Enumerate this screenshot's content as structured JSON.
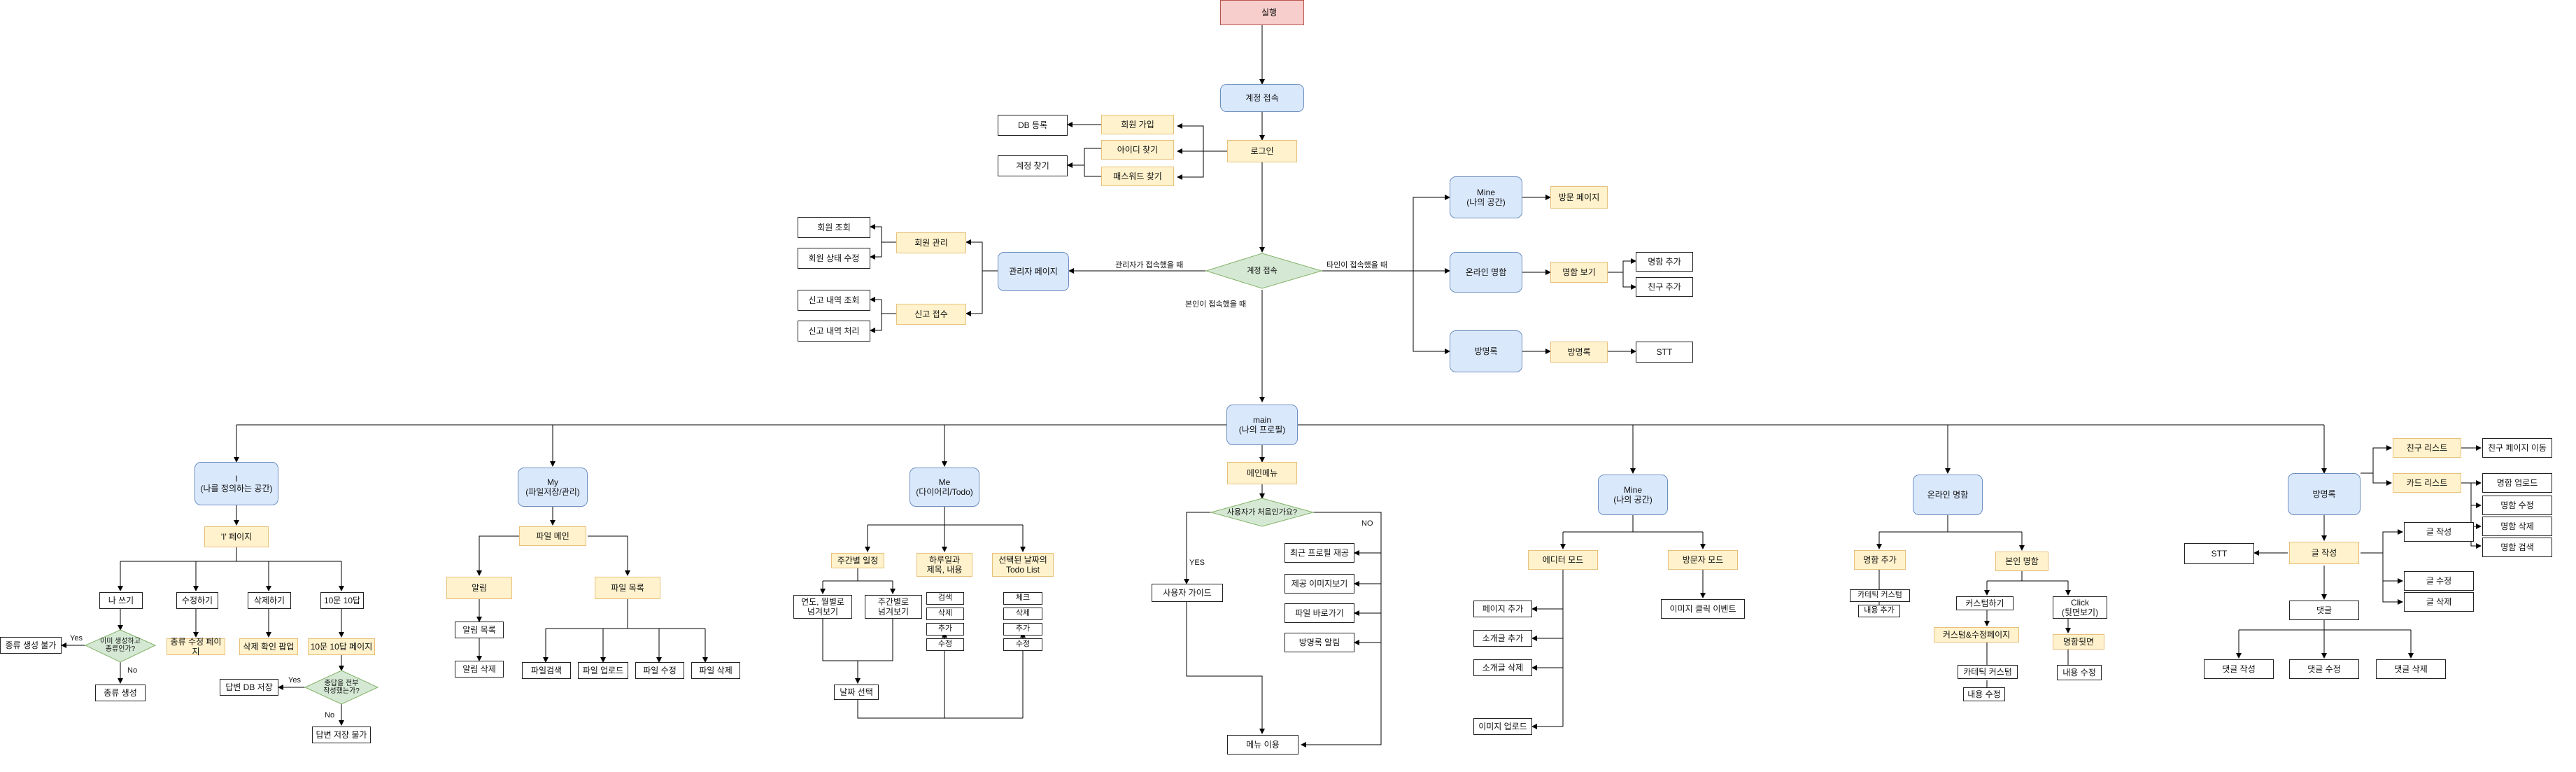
{
  "nodes": {
    "start": "실행",
    "acct": "계정 접속",
    "login": "로그인",
    "signup": "회원 가입",
    "findid": "아이디 찾기",
    "findpw": "패스워드 찾기",
    "dbreg": "DB 등록",
    "acctfind": "계정 찾기",
    "admin": "관리자 페이지",
    "memmng": "회원 관리",
    "memsearch": "회원 조회",
    "memstate": "회원 상태 수정",
    "report": "신고 접수",
    "rptview": "신고 내역 조회",
    "rptproc": "신고 내역 처리",
    "mine_o": "Mine\n(나의 공간)",
    "visit_o": "방문 페이지",
    "online_o": "온라인 명함",
    "cardview_o": "명함 보기",
    "cardadd_o": "명함 추가",
    "friendadd_o": "친구 추가",
    "guest_o": "방명록",
    "guestbox_o": "방명록",
    "stt_o": "STT",
    "main": "main\n(나의 프로필)",
    "mainmenu": "메인메뉴",
    "i": "I\n(나를 정의하는 공간)",
    "ipage": "'I' 페이지",
    "i_write": "나 쓰기",
    "i_edit": "수정하기",
    "i_del": "삭제하기",
    "i_10": "10문 10답",
    "i_yes": "Yes",
    "i_no": "No",
    "i_q1": "이미 생성하고\n종류인가?",
    "i_create_out": "종류 생성 불가",
    "i_create": "종류 생성",
    "i_editpage": "종류 수정 페이지",
    "i_delconfirm": "삭제 확인 팝업",
    "i_10page": "10문 10답 페이지",
    "i_q2": "종답을 전부\n작성했는가?",
    "i_q2_yes": "Yes",
    "i_q2_no": "No",
    "i_dbsave": "답변 DB 저장",
    "i_saveout": "답변 저장 불가",
    "my": "My\n(파일저장/관리)",
    "filemain": "파일 메인",
    "alarm": "알림",
    "alarmlist": "알림 목록",
    "alarmdel": "알림 삭제",
    "filelist": "파일 목록",
    "filesearch": "파일검색",
    "fileup": "파일 업로드",
    "fileedit": "파일 수정",
    "filedel": "파일 삭제",
    "me": "Me\n(다이어리/Todo)",
    "weekly": "주간별 일정",
    "yearview": "연도, 월별로\n넘겨보기",
    "weekview": "주간별로\n넘겨보기",
    "dateselect": "날짜 선택",
    "daily": "하루일과\n제목, 내용",
    "d_search": "검색",
    "d_del": "삭제",
    "d_add": "추가",
    "d_edit": "수정",
    "todo": "선택된 날짜의\nTodo List",
    "t_check": "체크",
    "t_del": "삭제",
    "t_add": "추가",
    "t_edit": "수정",
    "firstq": "사용자가 처음인가요?",
    "yes": "YES",
    "no": "NO",
    "guide": "사용자 가이드",
    "recent": "최근 프로필 재공",
    "mycard_short": "제공 이미지보기",
    "filego": "파일 바로가기",
    "guestalarm": "방명록 알림",
    "menuuse": "메뉴 이용",
    "mine": "Mine\n(나의 공간)",
    "editmode": "에디터 모드",
    "visitmode": "방문자 모드",
    "pageadd": "페이지 추가",
    "introadd": "소개글 추가",
    "introdel": "소개글 삭제",
    "imgup": "이미지 업로드",
    "imgclick": "이미지 클릭 이벤트",
    "online": "온라인 명함",
    "cardadd": "명함 추가",
    "mycard": "본인 명함",
    "custom": "카테틱 커스텀",
    "contentadd": "내용 추가",
    "customize": "커스텀하기",
    "click": "Click\n(뒷면보기)",
    "custompage": "커스텀&수정페이지",
    "custom2": "카테틱 커스텀",
    "contentedit": "내용 수정",
    "cardback": "명함뒷면",
    "contentedit2": "내용 수정",
    "guest": "방명록",
    "friendlist": "친구 리스트",
    "cardlist": "카드 리스트",
    "friendpage": "친구 페이지 이동",
    "cardupload": "명함 업로드",
    "cardedit": "명함 수정",
    "carddel": "명함 삭제",
    "cardsearch": "명함 검색",
    "writepost": "글 작성",
    "postwrite": "글 작성",
    "postedit": "글 수정",
    "postdel": "글 삭제",
    "stt": "STT",
    "comment": "댓글",
    "cmtwrite": "댓글 작성",
    "cmtedit": "댓글 수정",
    "cmtdel": "댓글 삭제"
  },
  "labels": {
    "adminAccess": "관리자가 접속했을 때",
    "otherAccess": "타인이 접속했을 때",
    "selfAccess": "본인이 접속했을 때"
  },
  "colors": {
    "blue_fill": "#dae8fc",
    "yellow_fill": "#fff2cc",
    "green_fill": "#d5e8d4",
    "red_fill": "#f8cecc"
  }
}
